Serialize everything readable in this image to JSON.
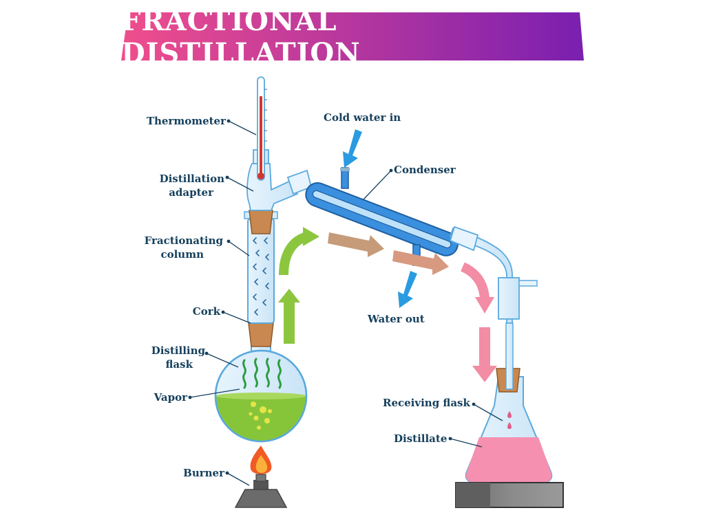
{
  "title": "FRACTIONAL DISTILLATION",
  "labels": {
    "thermometer": "Thermometer",
    "adapter_1": "Distillation",
    "adapter_2": "adapter",
    "column_1": "Fractionating",
    "column_2": "column",
    "cork": "Cork",
    "flask_1": "Distilling",
    "flask_2": "flask",
    "vapor": "Vapor",
    "burner": "Burner",
    "cold_water_in": "Cold water in",
    "condenser": "Condenser",
    "water_out": "Water out",
    "receiving_flask": "Receiving flask",
    "distillate": "Distillate"
  },
  "colors": {
    "banner_start": "#f04e8c",
    "banner_end": "#7a1fb0",
    "glass": "#d6ecfa",
    "glass_outline": "#5aa9de",
    "condenser": "#3a8fde",
    "liquid_green": "#86c53a",
    "liquid_pink": "#f590b0",
    "cork": "#c9884f",
    "arrow_green": "#8cc63f",
    "arrow_tan": "#c59b7a",
    "arrow_pink": "#f38ca5",
    "arrow_blue": "#2a9be0",
    "label_text": "#16405c",
    "mercury": "#d4352e"
  }
}
